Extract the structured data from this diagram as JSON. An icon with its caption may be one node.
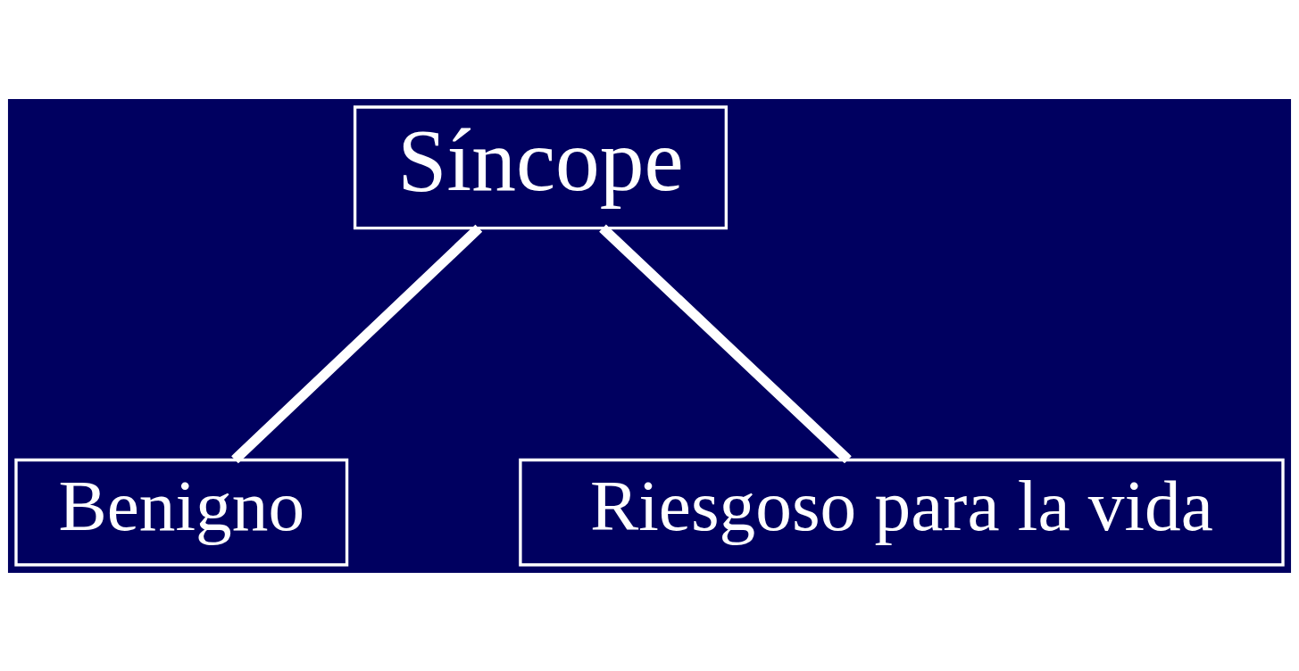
{
  "diagram": {
    "nodes": [
      {
        "text": [
          "Síncope"
        ]
      },
      {
        "text": [
          "Benigno"
        ]
      },
      {
        "text": [
          "Riesgoso para la vida"
        ]
      }
    ],
    "edges": [
      {
        "from": 0,
        "to": 1,
        "arrow": "none"
      },
      {
        "from": 0,
        "to": 2,
        "arrow": "none"
      }
    ]
  }
}
